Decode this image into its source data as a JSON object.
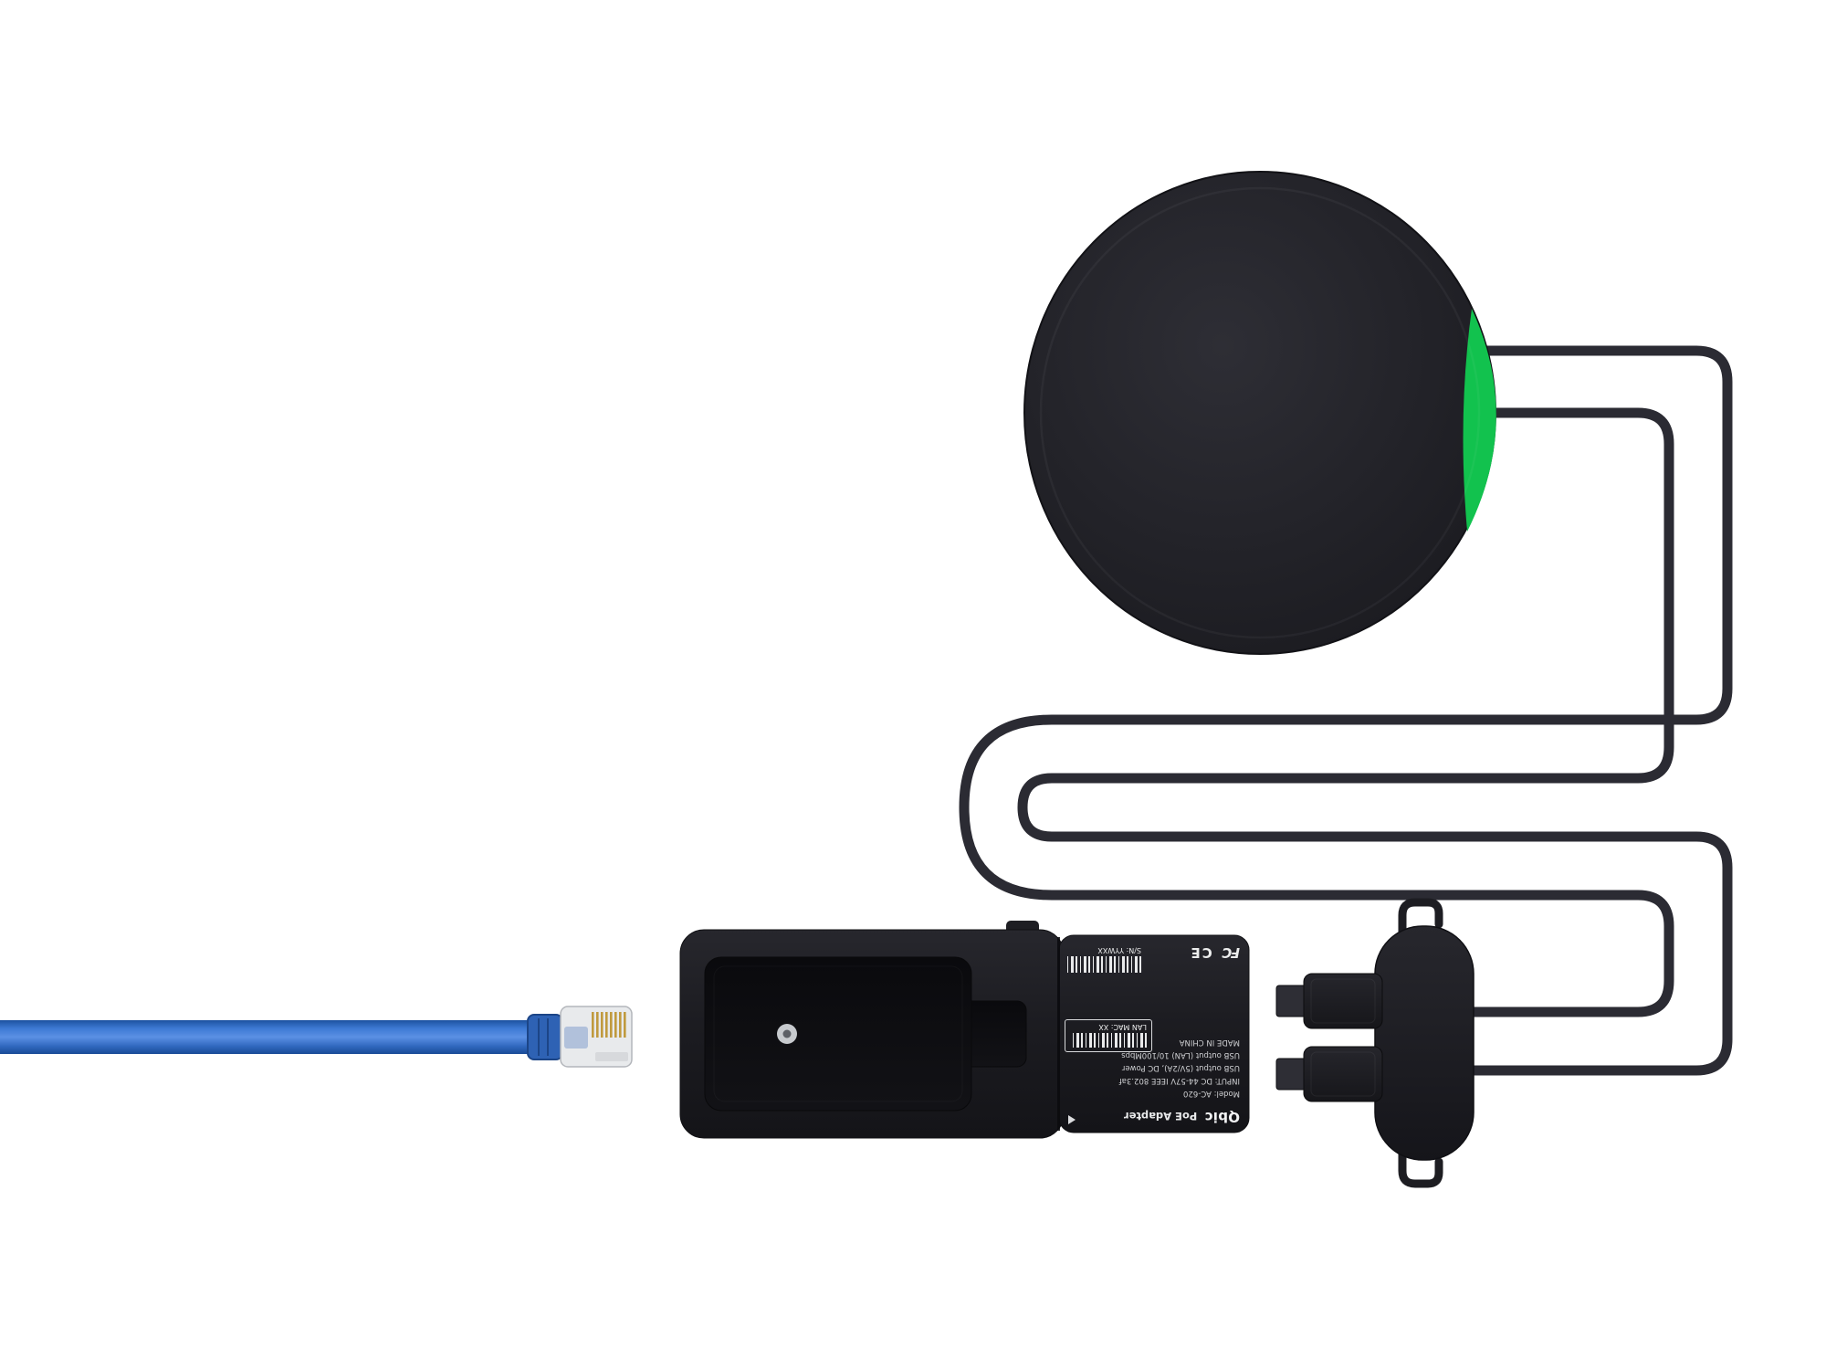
{
  "colors": {
    "background": "#ffffff",
    "device_black": "#1d1d22",
    "cable_black": "#2b2b33",
    "indicator_green": "#12c24e",
    "ethernet_blue": "#3e7ad4",
    "label_text": "#d6d7d9"
  },
  "label": {
    "brand": "Qbic",
    "product": "PoE Adapter",
    "model": "Model: AC-620",
    "input": "INPUT: DC 44-57V IEEE 802.3af",
    "usb_power": "USB output (5V/2A), DC Power",
    "usb_lan": "USB output (LAN)  10/100Mbps",
    "made_in": "MADE IN CHINA",
    "mac": "LAN MAC: XX",
    "serial": "S/N: YYWXX",
    "fcc_mark": "FC",
    "ce_mark": "CE"
  }
}
